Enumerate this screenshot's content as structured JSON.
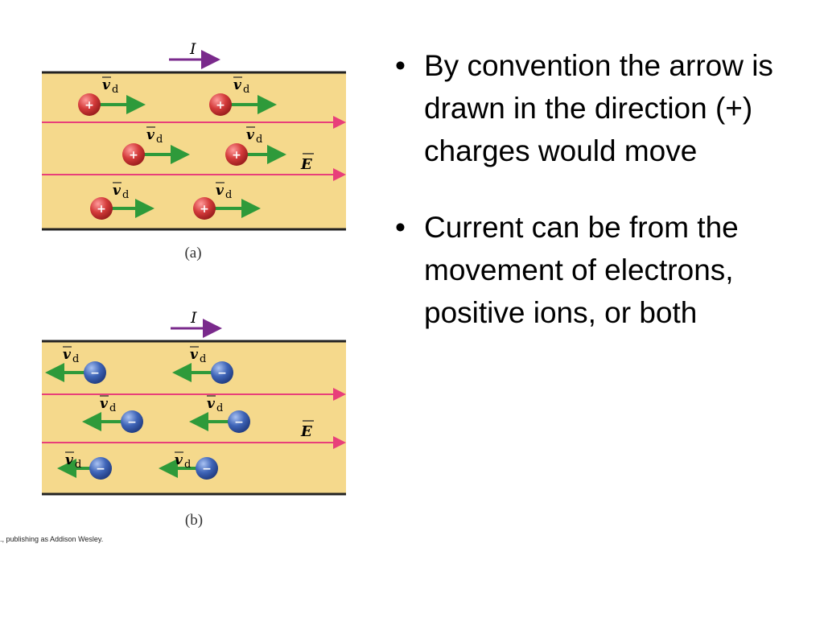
{
  "panel_a": {
    "current_label": "I",
    "field_label": "E",
    "charge_sign": "+",
    "drift_label_main": "v",
    "drift_label_sub": "d",
    "caption": "(a)"
  },
  "panel_b": {
    "current_label": "I",
    "field_label": "E",
    "charge_sign": "−",
    "drift_label_main": "v",
    "drift_label_sub": "d",
    "caption": "(b)"
  },
  "credit": "., publishing as Addison Wesley.",
  "bullets": [
    "By convention the arrow is drawn in the direction (+) charges would move",
    "Current can be from the movement of electrons, positive ions, or both"
  ],
  "colors": {
    "conductor": "#f5d98c",
    "field_line": "#e83f7a",
    "current_arrow": "#7a2a8c",
    "drift_arrow": "#2e9a3a",
    "positive_charge": "#d43b3b",
    "negative_charge": "#3f65b8"
  }
}
